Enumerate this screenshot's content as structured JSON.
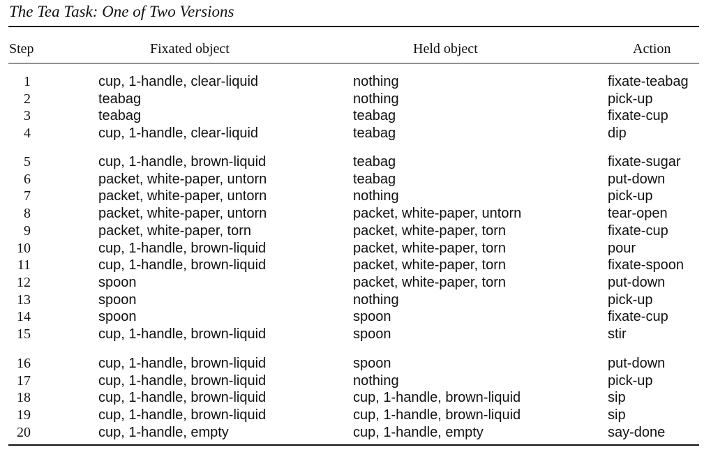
{
  "title": "The Tea Task: One of Two Versions",
  "headers": {
    "step": "Step",
    "fixated": "Fixated object",
    "held": "Held object",
    "action": "Action"
  },
  "groups": [
    [
      {
        "step": "1",
        "fixated": "cup, 1-handle, clear-liquid",
        "held": "nothing",
        "action": "fixate-teabag"
      },
      {
        "step": "2",
        "fixated": "teabag",
        "held": "nothing",
        "action": "pick-up"
      },
      {
        "step": "3",
        "fixated": "teabag",
        "held": "teabag",
        "action": "fixate-cup"
      },
      {
        "step": "4",
        "fixated": "cup, 1-handle, clear-liquid",
        "held": "teabag",
        "action": "dip"
      }
    ],
    [
      {
        "step": "5",
        "fixated": "cup, 1-handle, brown-liquid",
        "held": "teabag",
        "action": "fixate-sugar"
      },
      {
        "step": "6",
        "fixated": "packet, white-paper, untorn",
        "held": "teabag",
        "action": "put-down"
      },
      {
        "step": "7",
        "fixated": "packet, white-paper, untorn",
        "held": "nothing",
        "action": "pick-up"
      },
      {
        "step": "8",
        "fixated": "packet, white-paper, untorn",
        "held": "packet, white-paper, untorn",
        "action": "tear-open"
      },
      {
        "step": "9",
        "fixated": "packet, white-paper, torn",
        "held": "packet, white-paper, torn",
        "action": "fixate-cup"
      },
      {
        "step": "10",
        "fixated": "cup, 1-handle, brown-liquid",
        "held": "packet, white-paper, torn",
        "action": "pour"
      },
      {
        "step": "11",
        "fixated": "cup, 1-handle, brown-liquid",
        "held": "packet, white-paper, torn",
        "action": "fixate-spoon"
      },
      {
        "step": "12",
        "fixated": "spoon",
        "held": "packet, white-paper, torn",
        "action": "put-down"
      },
      {
        "step": "13",
        "fixated": "spoon",
        "held": "nothing",
        "action": "pick-up"
      },
      {
        "step": "14",
        "fixated": "spoon",
        "held": "spoon",
        "action": "fixate-cup"
      },
      {
        "step": "15",
        "fixated": "cup, 1-handle, brown-liquid",
        "held": "spoon",
        "action": "stir"
      }
    ],
    [
      {
        "step": "16",
        "fixated": "cup, 1-handle, brown-liquid",
        "held": "spoon",
        "action": "put-down"
      },
      {
        "step": "17",
        "fixated": "cup, 1-handle, brown-liquid",
        "held": "nothing",
        "action": "pick-up"
      },
      {
        "step": "18",
        "fixated": "cup, 1-handle, brown-liquid",
        "held": "cup, 1-handle, brown-liquid",
        "action": "sip"
      },
      {
        "step": "19",
        "fixated": "cup, 1-handle, brown-liquid",
        "held": "cup, 1-handle, brown-liquid",
        "action": "sip"
      },
      {
        "step": "20",
        "fixated": "cup, 1-handle, empty",
        "held": "cup, 1-handle, empty",
        "action": "say-done"
      }
    ]
  ]
}
